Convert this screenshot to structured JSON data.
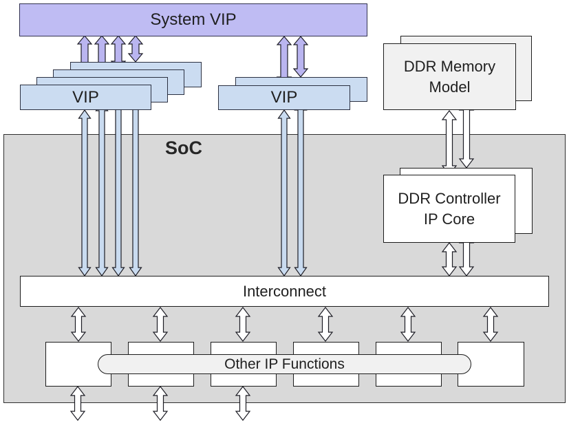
{
  "diagram": {
    "testbench": {
      "system_vip": {
        "label": "System VIP"
      },
      "vip_stack_left": {
        "label": "VIP",
        "stacked_boxes": 4
      },
      "vip_stack_right": {
        "label": "VIP",
        "stacked_boxes": 2
      },
      "ddr_memory_model": {
        "label": "DDR Memory Model",
        "stacked_boxes": 2
      }
    },
    "soc": {
      "label": "SoC",
      "ddr_controller": {
        "label": "DDR Controller IP Core",
        "stacked_boxes": 2
      },
      "interconnect": {
        "label": "Interconnect"
      },
      "other_ip_functions": {
        "label": "Other IP Functions",
        "ip_boxes": 6,
        "external_port_arrows": 3
      }
    },
    "colors": {
      "system_vip_fill": "#bfbcf3",
      "system_vip_border": "#30304e",
      "vip_fill": "#cbdcf1",
      "vip_border": "#2a2f40",
      "soc_fill": "#d9d9d9",
      "soc_border": "#2e2e2e",
      "panel_fill": "#f1f1f1",
      "white_fill": "#ffffff",
      "box_border": "#1b1b1b",
      "purple_arrow_fill": "#bab5f0",
      "blue_arrow_fill": "#c9dbf0",
      "white_arrow_fill": "#ffffff",
      "arrow_stroke": "#1c1c24",
      "text": "#1f1f1f"
    }
  }
}
